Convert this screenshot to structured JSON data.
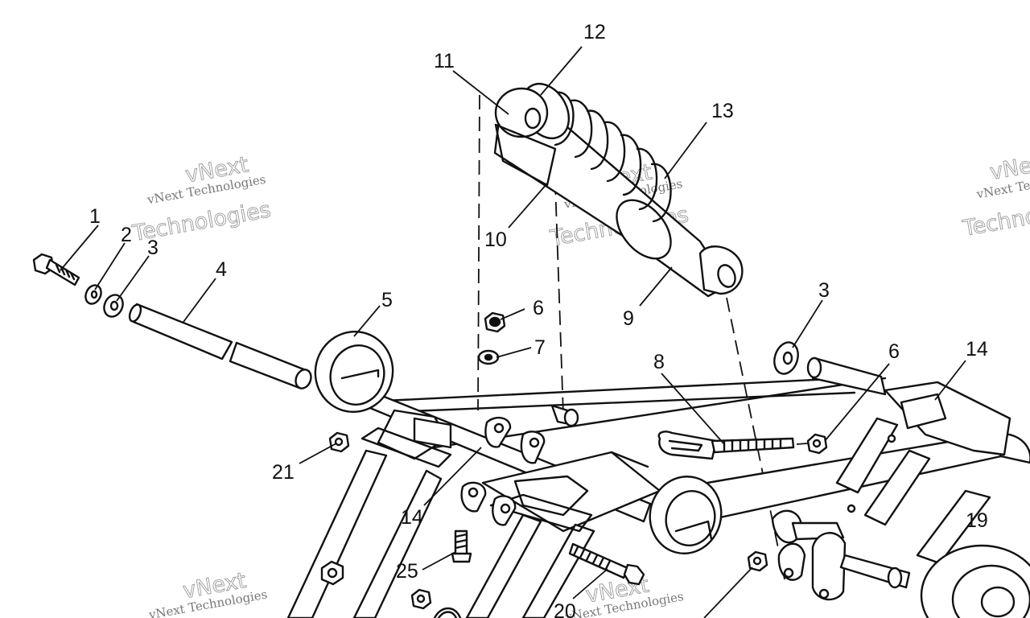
{
  "callouts": [
    "1",
    "2",
    "3",
    "4",
    "5",
    "6",
    "7",
    "8",
    "9",
    "10",
    "11",
    "12",
    "13",
    "14",
    "19",
    "20",
    "21",
    "25"
  ],
  "watermark": {
    "line1": "vNext Technologies",
    "line2": "Technologies",
    "line3": "vNext"
  },
  "colors": {
    "ink": "#111111",
    "watermark": "#9a9a9a",
    "background": "#ffffff"
  }
}
